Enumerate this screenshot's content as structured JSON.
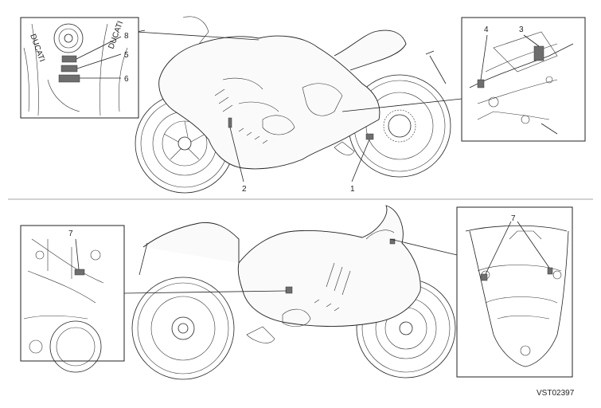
{
  "figure_code": "VST02397",
  "callouts": {
    "top": [
      "1",
      "2",
      "3",
      "4",
      "5",
      "6",
      "8"
    ],
    "bottom": [
      "7",
      "7"
    ]
  },
  "tank_text": [
    "DUCATI",
    "DUCATI"
  ]
}
